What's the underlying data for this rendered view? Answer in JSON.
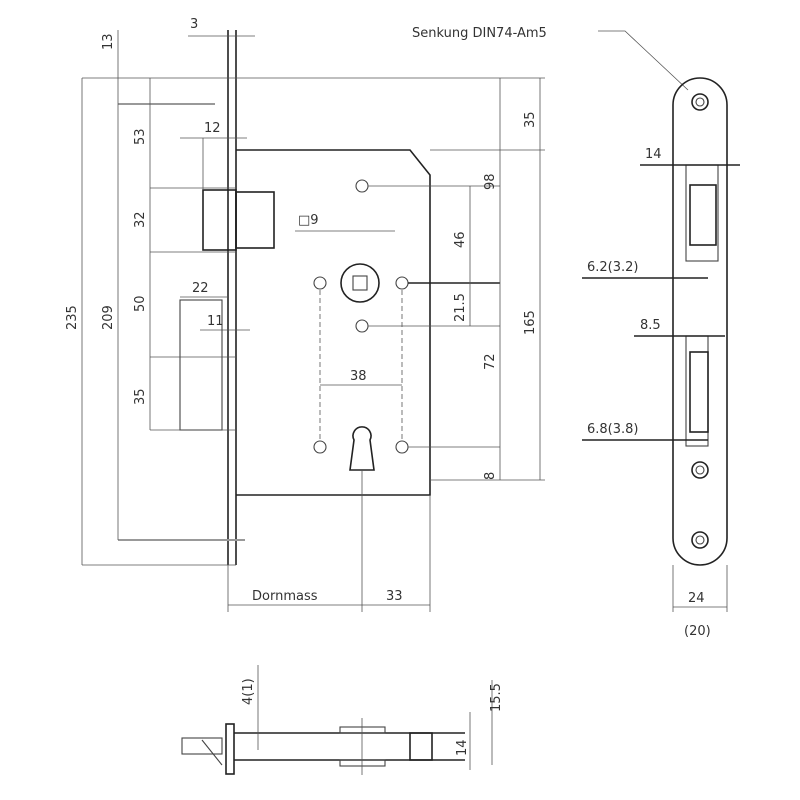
{
  "drawing": {
    "title": "Mortise lock dimension drawing",
    "front_view": {
      "dims_left": [
        "235",
        "209",
        "53",
        "32",
        "50",
        "35"
      ],
      "dim_top_13": "13",
      "dim_top_3": "3",
      "dim_12": "12",
      "dim_22": "22",
      "dim_11": "11",
      "spindle_label": "□9",
      "dims_right": [
        "35",
        "98",
        "46",
        "21.5",
        "165",
        "72",
        "8"
      ],
      "dim_38": "38",
      "dornmass": "Dornmass",
      "dim_33": "33"
    },
    "side_view": {
      "countersink_note": "Senkung DIN74-Am5",
      "dim_14": "14",
      "dim_62": "6.2(3.2)",
      "dim_85": "8.5",
      "dim_68": "6.8(3.8)",
      "dim_24": "24",
      "dim_20": "(20)"
    },
    "bottom_view": {
      "dim_4": "4(1)",
      "dim_155": "15.5",
      "dim_14": "14"
    }
  }
}
